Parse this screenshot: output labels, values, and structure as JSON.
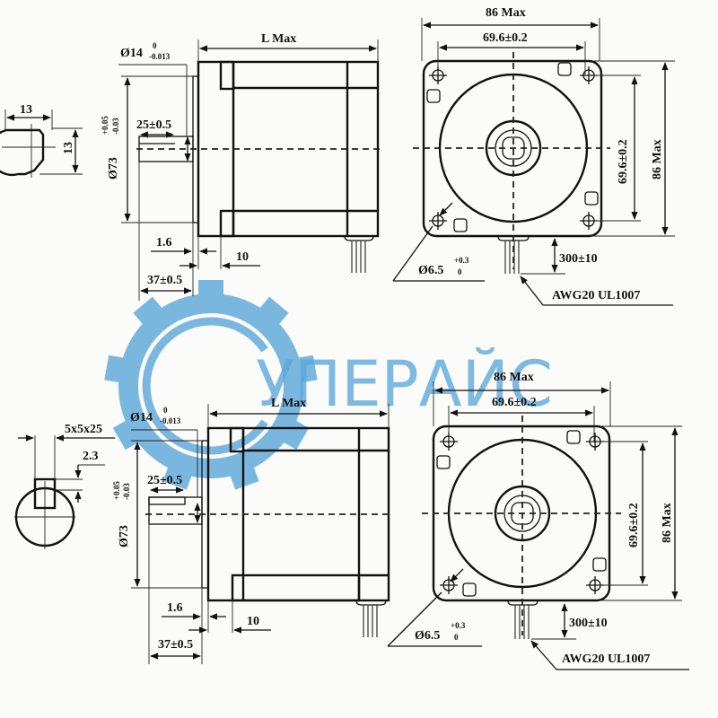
{
  "watermark": {
    "text": "УПЕРАЙС",
    "color": "#5aa7d9",
    "gear_color": "#5aa7d9"
  },
  "top_drawing": {
    "shaft_section": {
      "width": "13",
      "height": "13"
    },
    "side_view": {
      "length_label": "L Max",
      "shaft_diameter": "Ø14",
      "shaft_tol_upper": "0",
      "shaft_tol_lower": "-0.013",
      "pilot_diameter": "Ø73",
      "pilot_tol_upper": "+0.05",
      "pilot_tol_lower": "-0.03",
      "flat_length": "25±0.5",
      "pilot_thickness": "1.6",
      "flange_thickness": "10",
      "shaft_length": "37±0.5"
    },
    "front_view": {
      "overall_width": "86 Max",
      "hole_spacing_h": "69.6±0.2",
      "hole_spacing_v": "69.6±0.2",
      "overall_height": "86 Max",
      "hole_diameter": "Ø6.5",
      "hole_tol_upper": "+0.3",
      "hole_tol_lower": "0",
      "lead_length": "300±10",
      "wire_spec": "AWG20 UL1007"
    }
  },
  "bottom_drawing": {
    "shaft_section": {
      "key": "5x5x25",
      "key_depth": "2.3"
    },
    "side_view": {
      "length_label": "L Max",
      "shaft_diameter": "Ø14",
      "shaft_tol_upper": "0",
      "shaft_tol_lower": "-0.013",
      "pilot_diameter": "Ø73",
      "pilot_tol_upper": "+0.05",
      "pilot_tol_lower": "-0.03",
      "key_length": "25±0.5",
      "pilot_thickness": "1.6",
      "flange_thickness": "10",
      "shaft_length": "37±0.5"
    },
    "front_view": {
      "overall_width": "86 Max",
      "hole_spacing_h": "69.6±0.2",
      "hole_spacing_v": "69.6±0.2",
      "overall_height": "86 Max",
      "hole_diameter": "Ø6.5",
      "hole_tol_upper": "+0.3",
      "hole_tol_lower": "0",
      "lead_length": "300±10",
      "wire_spec": "AWG20 UL1007"
    }
  }
}
